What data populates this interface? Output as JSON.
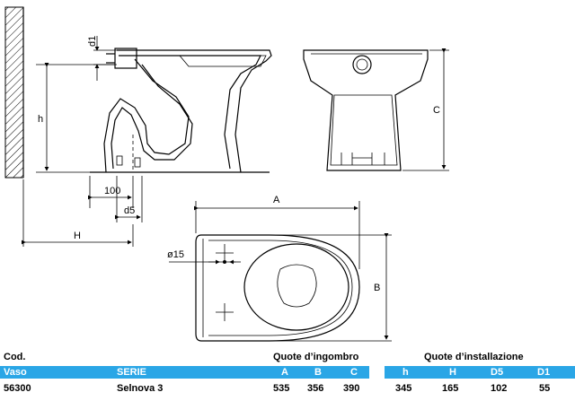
{
  "drawing": {
    "labels": {
      "d1": "d1",
      "h": "h",
      "dim100": "100",
      "d5": "d5",
      "H": "H",
      "A": "A",
      "B": "B",
      "C": "C",
      "phi15": "ø15"
    }
  },
  "table": {
    "headers": {
      "cod": "Cod.",
      "quote_ingombro": "Quote d’ingombro",
      "quote_installazione": "Quote d’installazione"
    },
    "columns": {
      "vaso": "Vaso",
      "serie": "SERIE",
      "A": "A",
      "B": "B",
      "C": "C",
      "h": "h",
      "H": "H",
      "D5": "D5",
      "D1": "D1"
    },
    "row": {
      "cod": "56300",
      "serie": "Selnova 3",
      "A": "535",
      "B": "356",
      "C": "390",
      "h": "345",
      "H": "165",
      "D5": "102",
      "D1": "55"
    },
    "accent_color": "#2aa6e6"
  }
}
